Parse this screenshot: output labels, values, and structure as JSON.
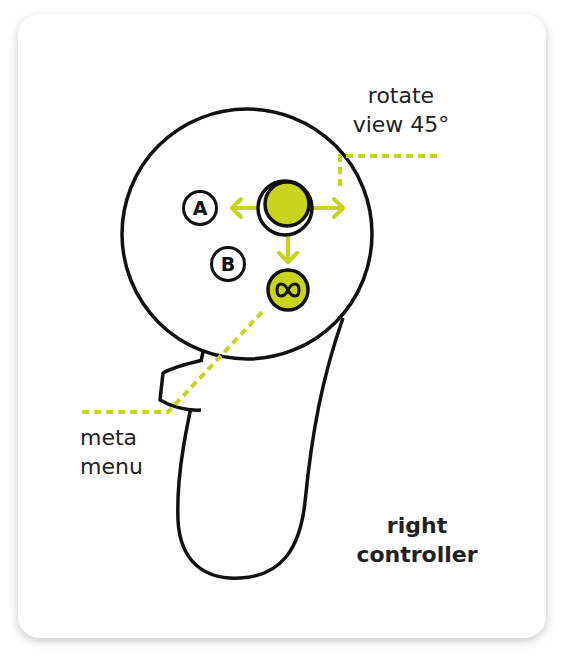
{
  "diagram": {
    "nodes": [
      {
        "text": [
          "A"
        ]
      },
      {
        "text": [
          "B"
        ]
      }
    ],
    "labels": [
      "rotate view 45°",
      "meta menu",
      "right controller"
    ]
  }
}
